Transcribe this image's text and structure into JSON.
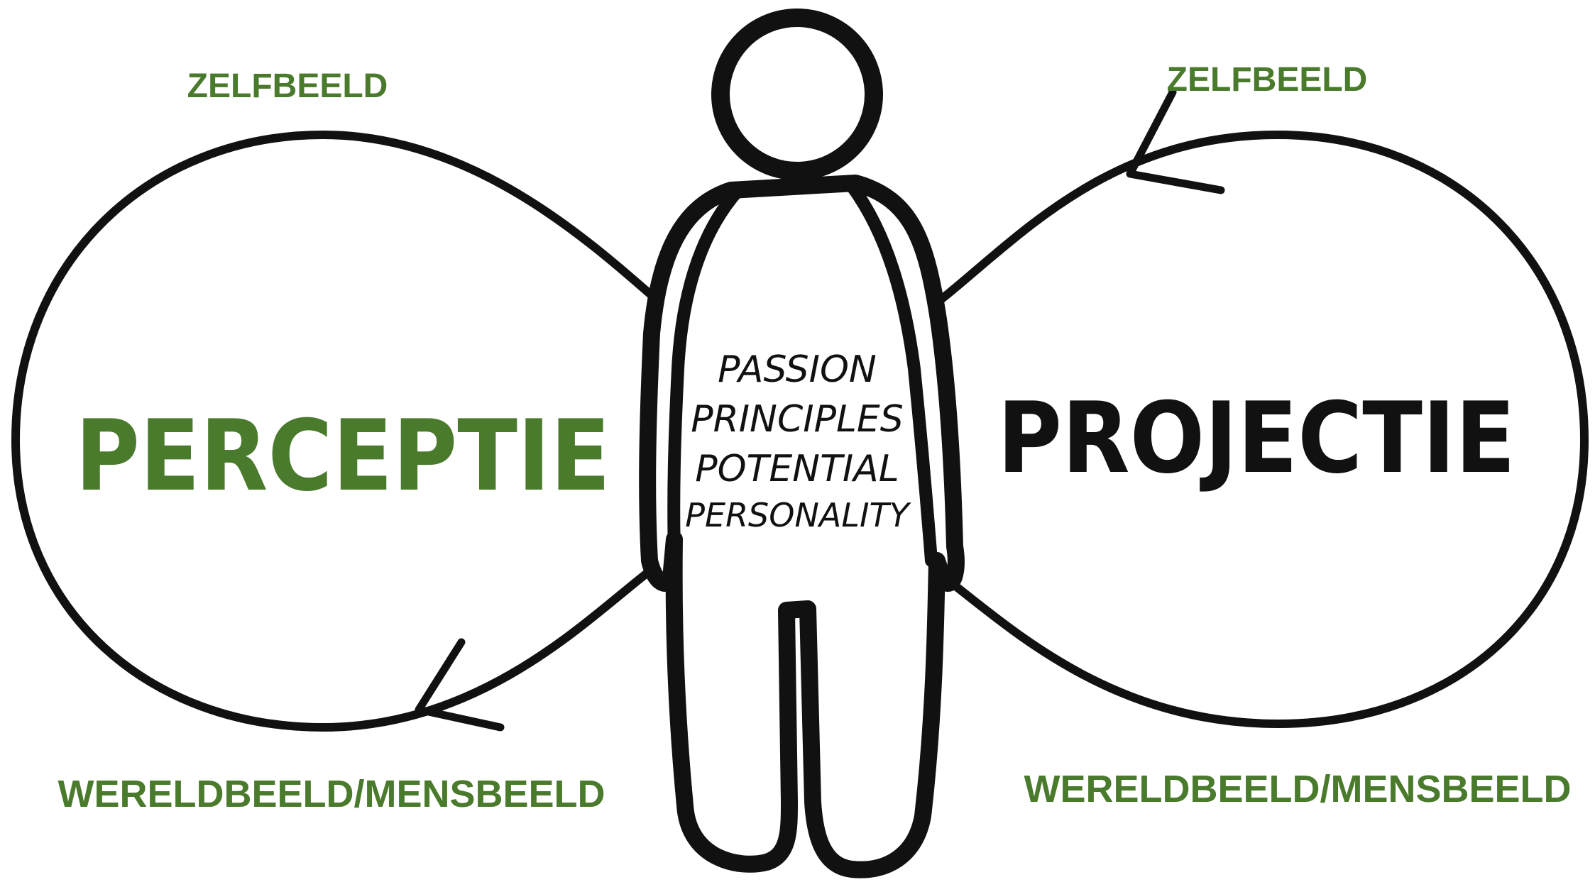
{
  "left": {
    "top_label": "ZELFBEELD",
    "title": "PERCEPTIE",
    "bottom_label": "WERELDBEELD/MENSBEELD"
  },
  "right": {
    "top_label": "ZELFBEELD",
    "title": "PROJECTIE",
    "bottom_label": "WERELDBEELD/MENSBEELD"
  },
  "figure": {
    "lines": [
      "PASSION",
      "PRINCIPLES",
      "POTENTIAL",
      "PERSONALITY"
    ]
  },
  "colors": {
    "green": "#4a7a2c",
    "ink": "#111111"
  }
}
